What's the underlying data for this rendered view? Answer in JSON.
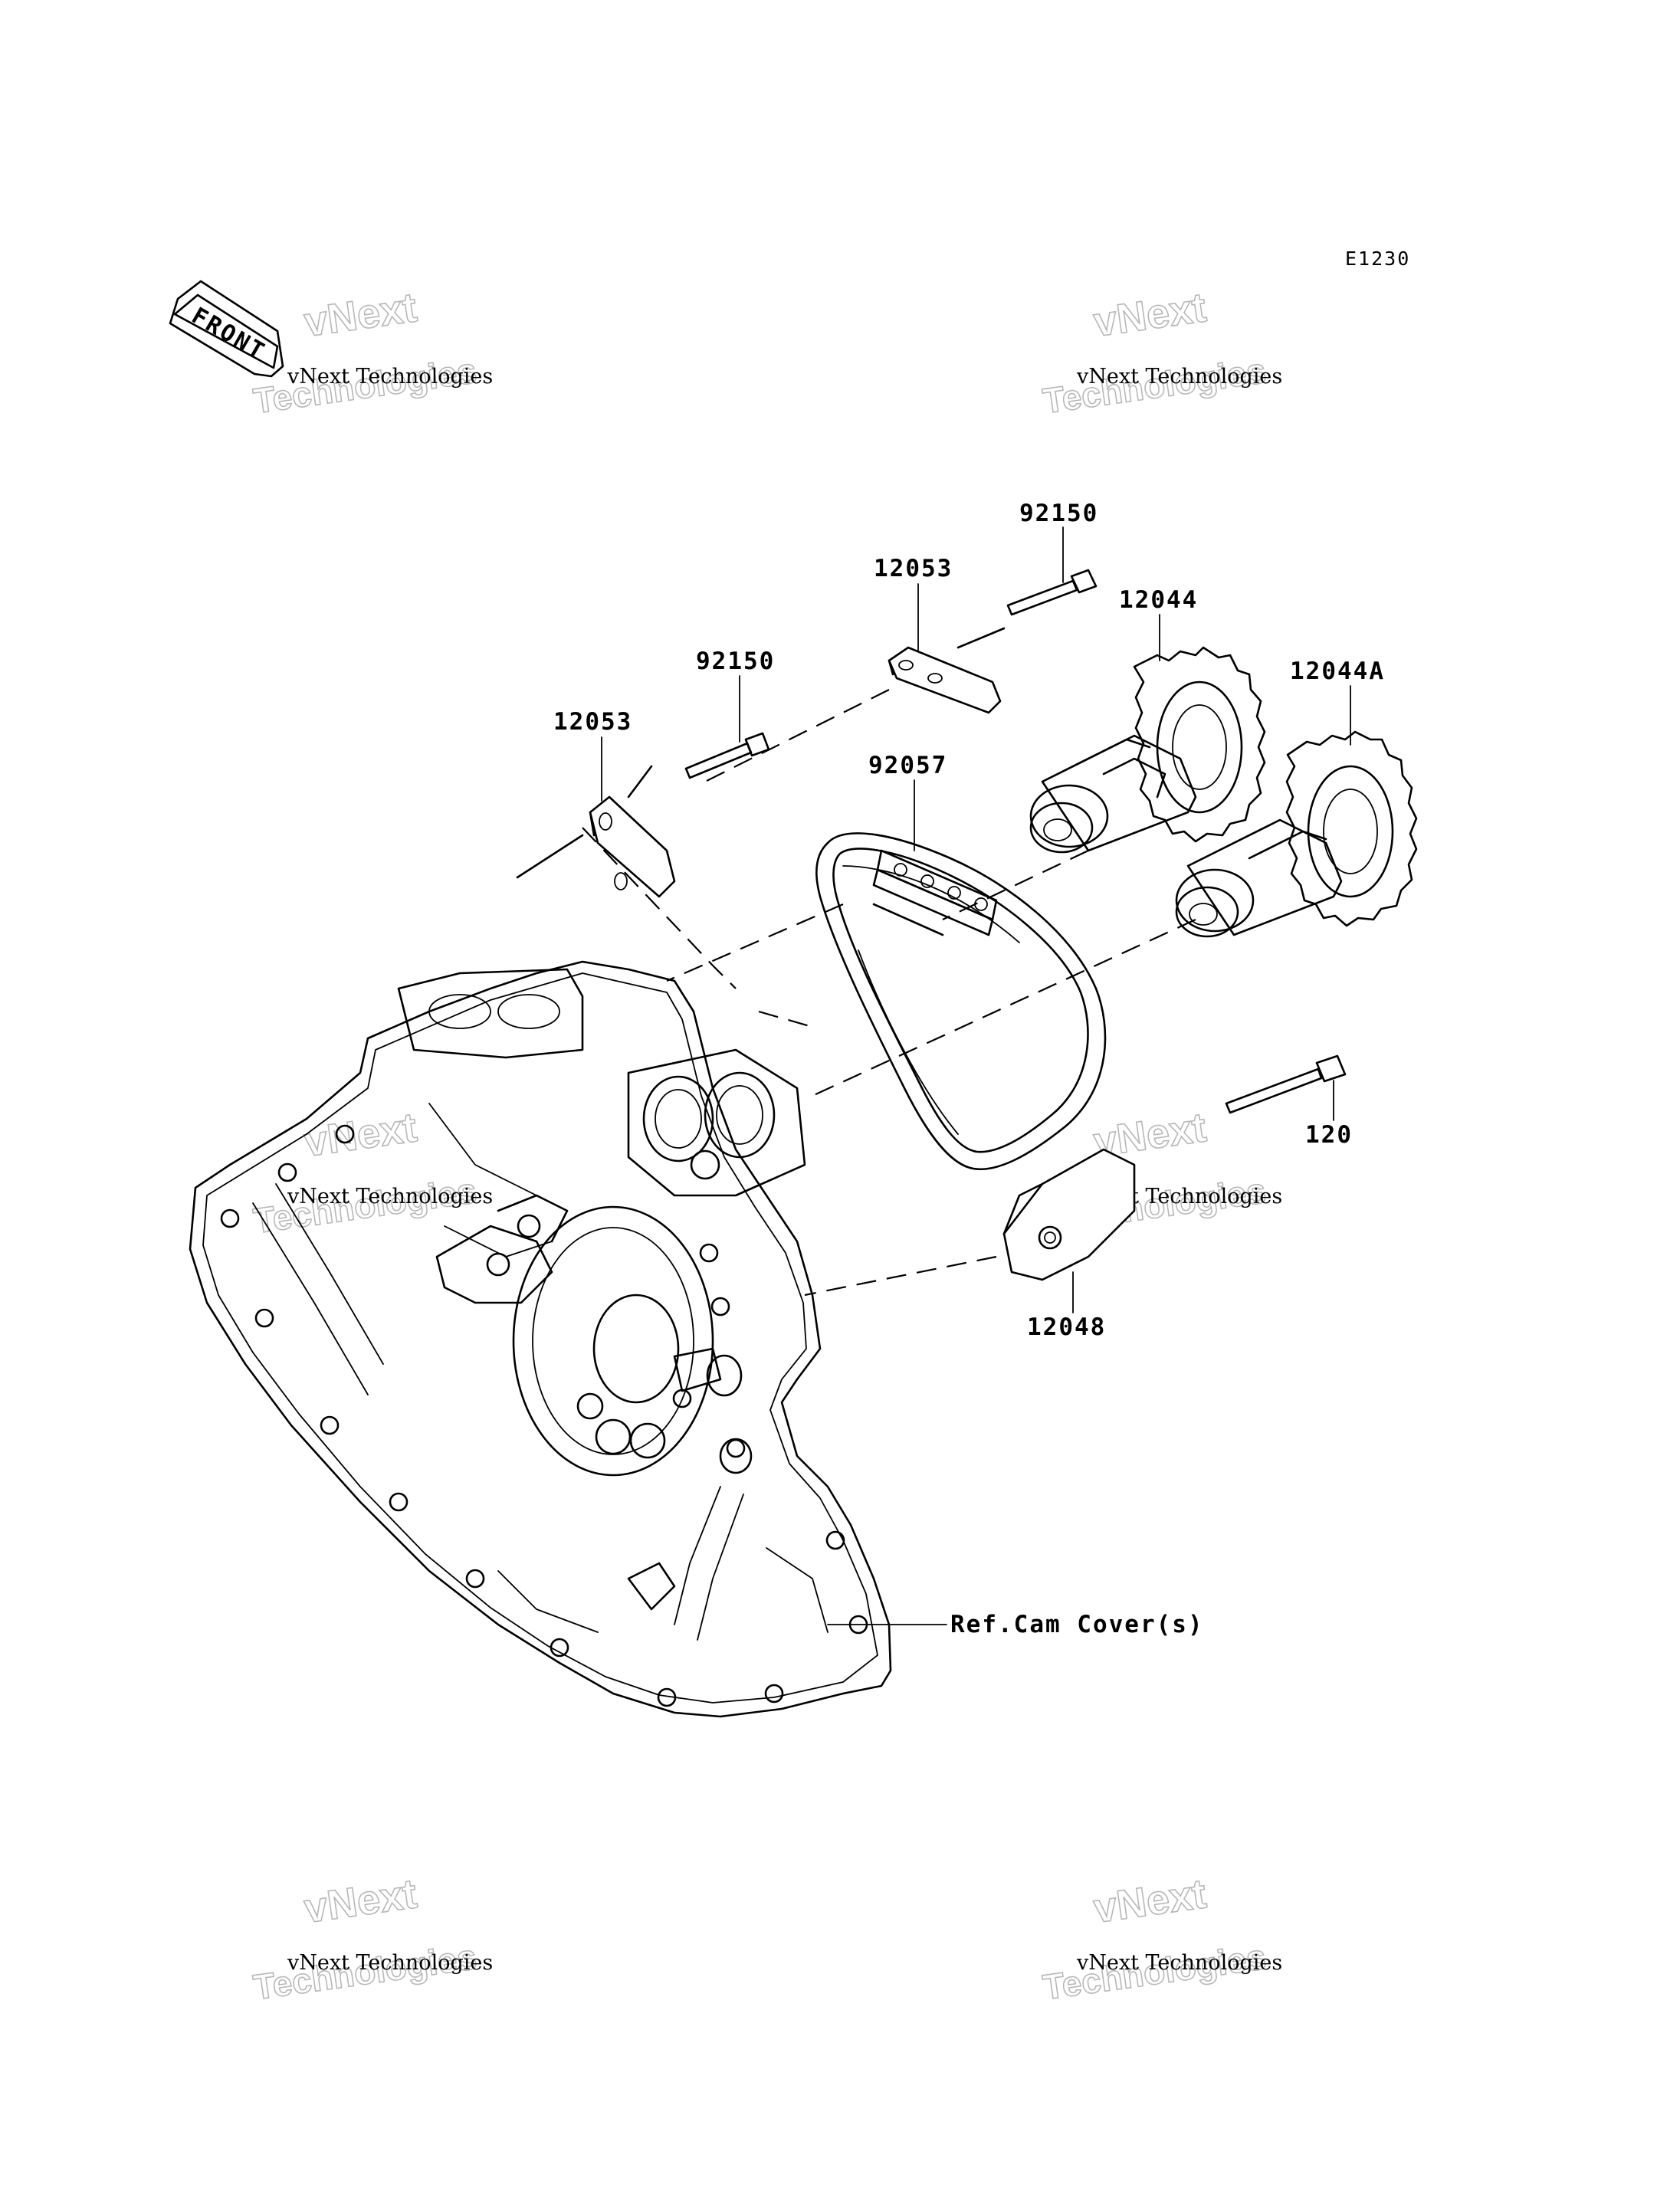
{
  "diagram": {
    "code": "E1230",
    "front_label": "FRONT",
    "reference_label": "Ref.Cam Cover(s)",
    "parts": [
      {
        "id": "bolt-upper",
        "number": "92150"
      },
      {
        "id": "guide-upper",
        "number": "12053"
      },
      {
        "id": "camshaft-front",
        "number": "12044"
      },
      {
        "id": "camshaft-rear",
        "number": "12044A"
      },
      {
        "id": "bolt-lower",
        "number": "92150"
      },
      {
        "id": "guide-lower",
        "number": "12053"
      },
      {
        "id": "chain",
        "number": "92057"
      },
      {
        "id": "tensioner-bolt",
        "number": "120"
      },
      {
        "id": "tensioner",
        "number": "12048"
      }
    ]
  },
  "watermark": {
    "line_small": "vNext Technologies",
    "line_top": "vNext",
    "line_bottom": "Technologies"
  }
}
